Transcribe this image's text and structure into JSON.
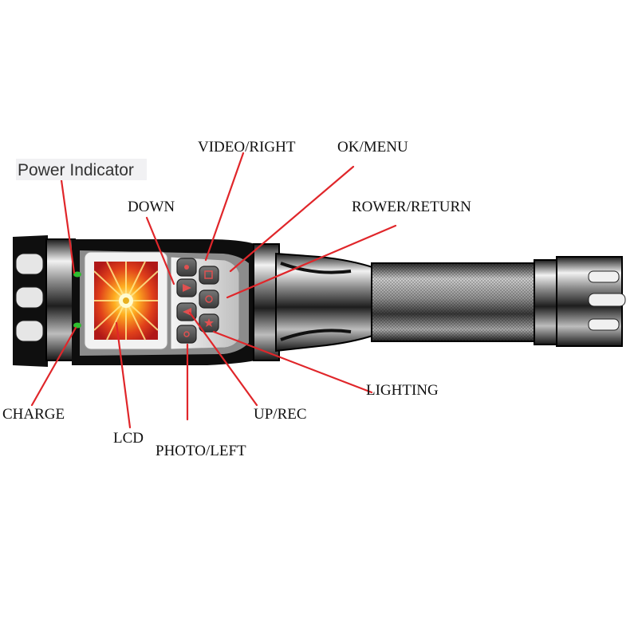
{
  "labels": {
    "power_indicator": "Power Indicator",
    "video_right": "VIDEO/RIGHT",
    "ok_menu": "OK/MENU",
    "down": "DOWN",
    "rower_return": "ROWER/RETURN",
    "lighting": "LIGHTING",
    "charge": "CHARGE",
    "lcd": "LCD",
    "photo_left": "PHOTO/LEFT",
    "up_rec": "UP/REC"
  },
  "colors": {
    "leader_line": "#e0262a",
    "indicator_led": "#2fbf2f",
    "body_dark": "#111111",
    "lcd_core": "#fff39a",
    "lcd_edge": "#c81e1e"
  },
  "icons": {
    "keypad": "button-glyphs",
    "screen": "starburst-image"
  }
}
